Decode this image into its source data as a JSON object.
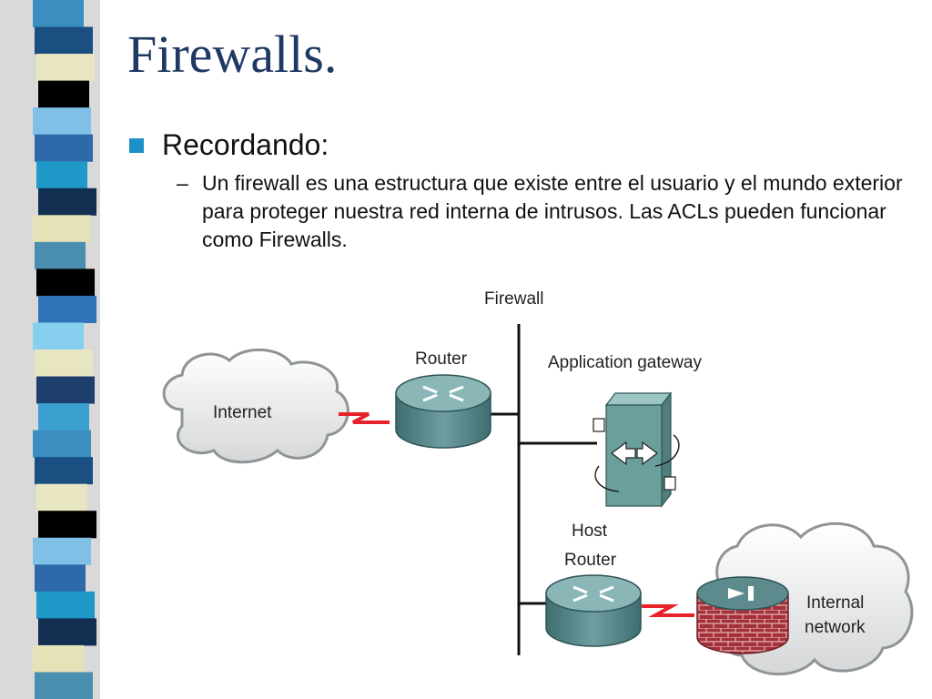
{
  "slide": {
    "title": "Firewalls.",
    "bullet": "Recordando:",
    "dash": "–",
    "sub_bullet": "Un firewall es una estructura que existe entre el usuario y el mundo exterior para proteger nuestra red interna de intrusos. Las ACLs pueden funcionar como Firewalls."
  },
  "diagram": {
    "labels": {
      "firewall": "Firewall",
      "router_top": "Router",
      "application_gateway": "Application gateway",
      "internet": "Internet",
      "host": "Host",
      "router_bottom": "Router",
      "internal_line1": "Internal",
      "internal_line2": "network"
    }
  },
  "colors": {
    "title": "#1f3864",
    "bullet": "#1e90c8",
    "zigzag": "#e8222a",
    "router_body": "#5f8e90",
    "gateway_body": "#6b9f9c",
    "brick": "#a4303a"
  },
  "stripe_colors": [
    "#3a8fc0",
    "#1b4f82",
    "#e8e6c2",
    "#000000",
    "#7fc0e6",
    "#2e6aaa",
    "#1e99c8",
    "#122e50",
    "#e4e2b6",
    "#4a8fb0",
    "#000000",
    "#2f73b8",
    "#87cfee",
    "#e8e6c0",
    "#1e3f6e",
    "#3aa0d0"
  ]
}
